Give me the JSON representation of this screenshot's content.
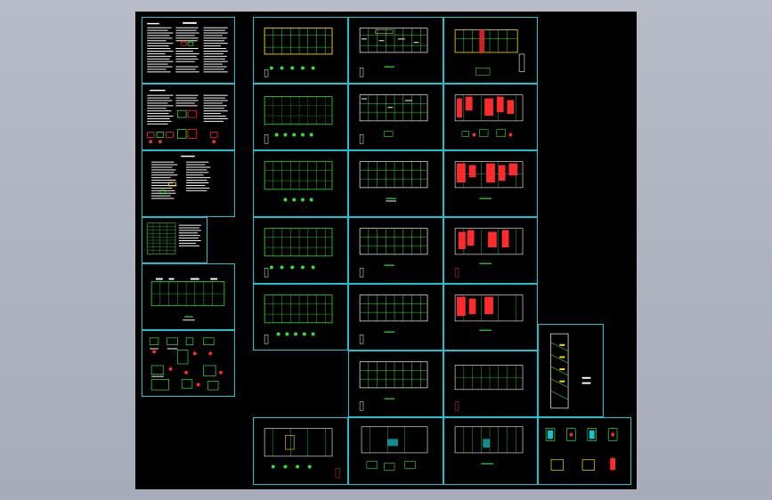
{
  "app": {
    "background": "#b0b5c2",
    "viewport_bg": "#000000"
  },
  "colors": {
    "border": "#13c6d6",
    "grid": "#2ee82e",
    "text": "#ffffff",
    "highlight": "#ff2a2a",
    "accent": "#ffe400"
  },
  "sheets": {
    "notes_1": "general-notes-sheet",
    "notes_2": "notes-detail-sheet",
    "notes_3": "notes-sheet-3",
    "schedule": "schedule-table-sheet",
    "foundation": "foundation-plan-sheet",
    "details": "node-details-sheet",
    "stair": "stair-section-sheet",
    "elements": "element-details-sheet"
  }
}
